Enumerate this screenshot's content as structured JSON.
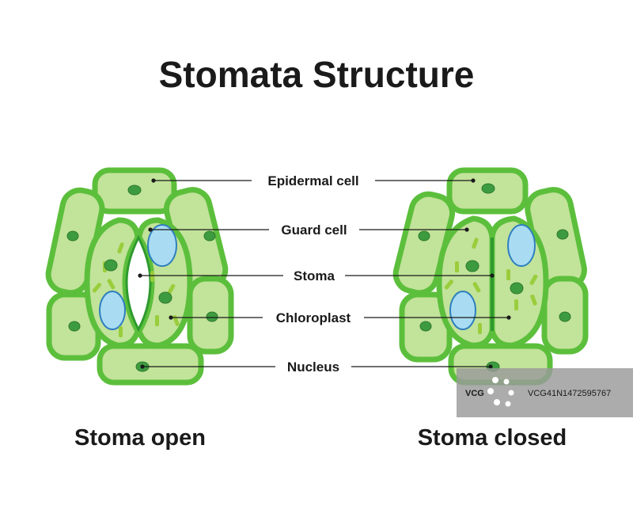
{
  "title": "Stomata Structure",
  "labels": {
    "epidermal_cell": "Epidermal cell",
    "guard_cell": "Guard cell",
    "stoma": "Stoma",
    "chloroplast": "Chloroplast",
    "nucleus": "Nucleus"
  },
  "captions": {
    "open": "Stoma open",
    "closed": "Stoma closed"
  },
  "watermark": {
    "brand": "VCG",
    "id": "VCG41N1472595767"
  },
  "colors": {
    "cell_outline": "#2e9a2e",
    "cell_wall": "#5cbf3c",
    "cytoplasm": "#c2e39a",
    "nucleus": "#3d9b3f",
    "chloroplast": "#9acd3c",
    "vacuole": "#a9dcf2",
    "text": "#1a1a1a"
  }
}
